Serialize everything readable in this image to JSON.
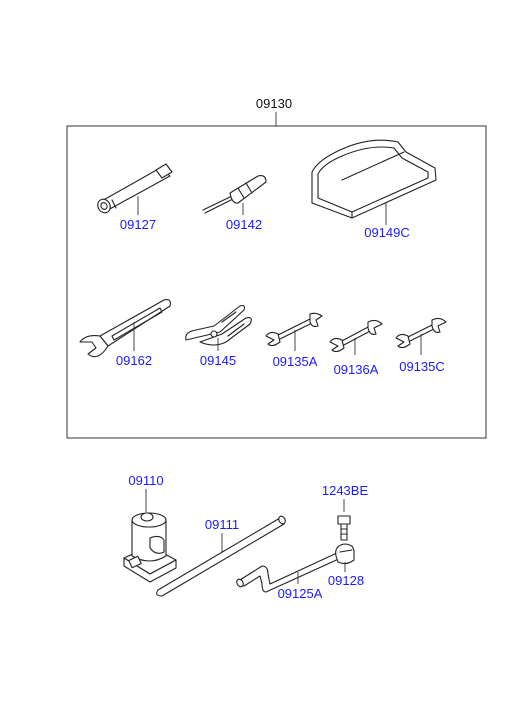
{
  "group": {
    "number": "09130"
  },
  "labels": {
    "socket_wrench": "09127",
    "screwdriver": "09142",
    "tool_bag": "09149C",
    "adjustable_wrench": "09162",
    "pliers": "09145",
    "spanner_a": "09135A",
    "spanner_b": "09136A",
    "spanner_c": "09135C",
    "jack": "09110",
    "jack_handle": "09111",
    "bolt": "1243BE",
    "crank_handle": "09125A",
    "clip": "09128"
  },
  "colors": {
    "label_blue": "#1a1aff",
    "label_black": "#111111",
    "line": "#222222"
  }
}
